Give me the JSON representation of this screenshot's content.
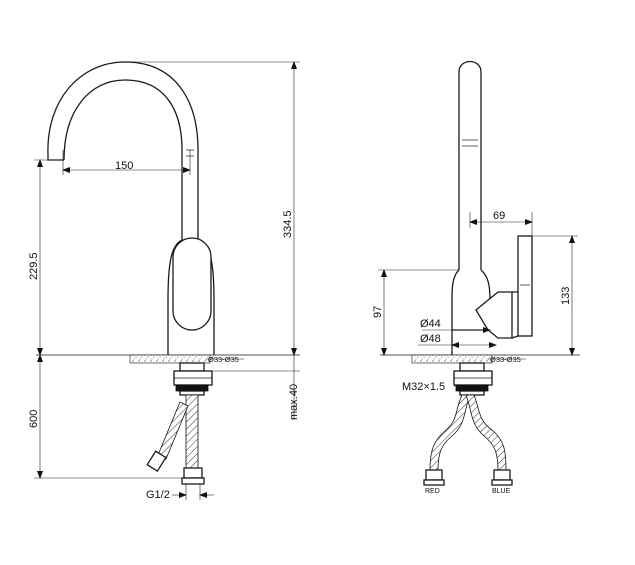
{
  "dimensions": {
    "spout_reach": "150",
    "total_height": "334.5",
    "spout_height": "229.5",
    "hose_length": "600",
    "max_deck": "max.40",
    "hole_dia_left": "Ø33-Ø35",
    "connector": "G1/2",
    "handle_offset": "69",
    "body_height": "97",
    "handle_height": "133",
    "dia_small": "Ø44",
    "dia_large": "Ø48",
    "hole_dia_right": "Ø33-Ø35",
    "thread": "M32×1.5"
  },
  "hoses": {
    "red_label": "RED",
    "blue_label": "BLUE"
  }
}
